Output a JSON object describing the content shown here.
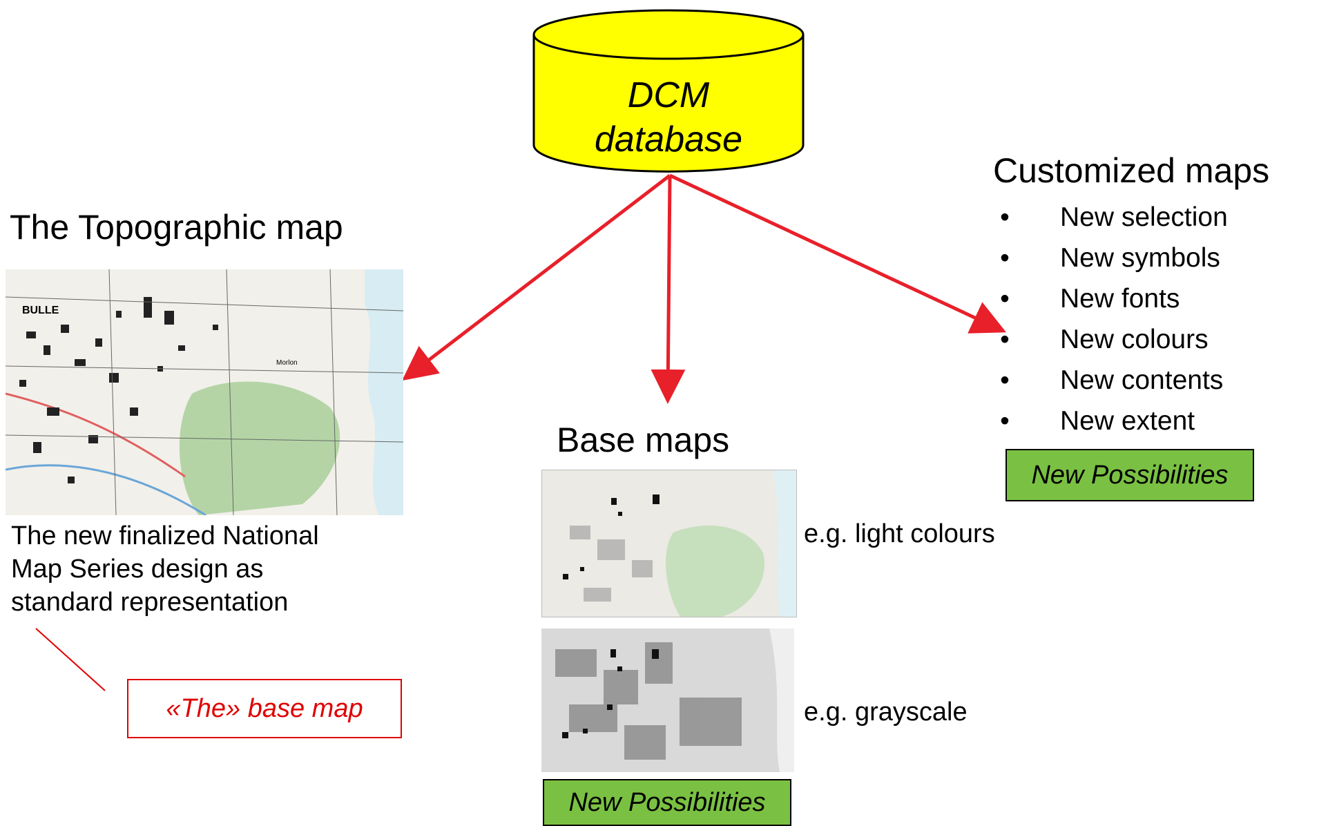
{
  "database": {
    "line1": "DCM",
    "line2": "database",
    "fill_color": "#ffff00"
  },
  "topographic": {
    "heading": "The Topographic map",
    "description_lines": [
      "The new finalized National",
      "Map Series design as",
      "standard representation"
    ],
    "map_labels": [
      "BULLE",
      "Morlon"
    ]
  },
  "the_base_map": {
    "label": "«The» base map",
    "color": "#e00000"
  },
  "base_maps": {
    "heading": "Base maps",
    "light_caption": "e.g. light colours",
    "gray_caption": "e.g. grayscale",
    "possibilities": "New Possibilities"
  },
  "customized": {
    "heading": "Customized maps",
    "bullet_symbol": "•",
    "items": [
      "New selection",
      "New symbols",
      "New fonts",
      "New colours",
      "New contents",
      "New extent"
    ],
    "possibilities": "New Possibilities"
  },
  "colors": {
    "arrow": "#e8202a",
    "possibilities_fill": "#7ac143"
  }
}
